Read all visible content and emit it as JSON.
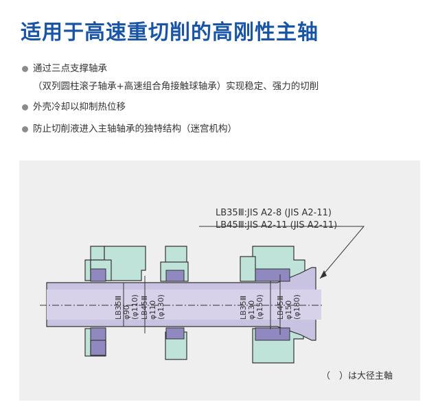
{
  "page": {
    "title": "适用于高速重切削的高刚性主轴"
  },
  "bullets": [
    {
      "text": "通过三点支撑轴承",
      "sub": "（双列圆柱滚子轴承+高速组合角接触球轴承）实现稳定、强力的切削"
    },
    {
      "text": "外壳冷却以抑制热位移"
    },
    {
      "text": "防止切削液进入主轴轴承的独特结构（迷宫机构）"
    }
  ],
  "diagram": {
    "callout": {
      "line1": "LB35Ⅲ:JIS A2-8 (JIS A2-11)",
      "line2": "LB45Ⅲ:JIS A2-11 (JIS A2-11)"
    },
    "dims": {
      "left_lb35": "LB35Ⅲ",
      "left_lb35_val": "φ90",
      "left_lb35_paren": "(φ110)",
      "left_lb45": "LB45Ⅲ",
      "left_lb45_val": "φ110",
      "left_lb45_paren": "(φ130)",
      "right_lb35": "LB35Ⅲ",
      "right_lb35_val": "φ130",
      "right_lb35_paren": "(φ150)",
      "right_lb45": "LB45Ⅲ",
      "right_lb45_val": "φ150",
      "right_lb45_paren": "(φ180)"
    },
    "note": "（　）は大径主軸",
    "colors": {
      "housing": "#bfe3d8",
      "spindle": "#c9c3e2",
      "bearing": "#8f89bf",
      "outline": "#333333",
      "title": "#1a55a5"
    }
  }
}
